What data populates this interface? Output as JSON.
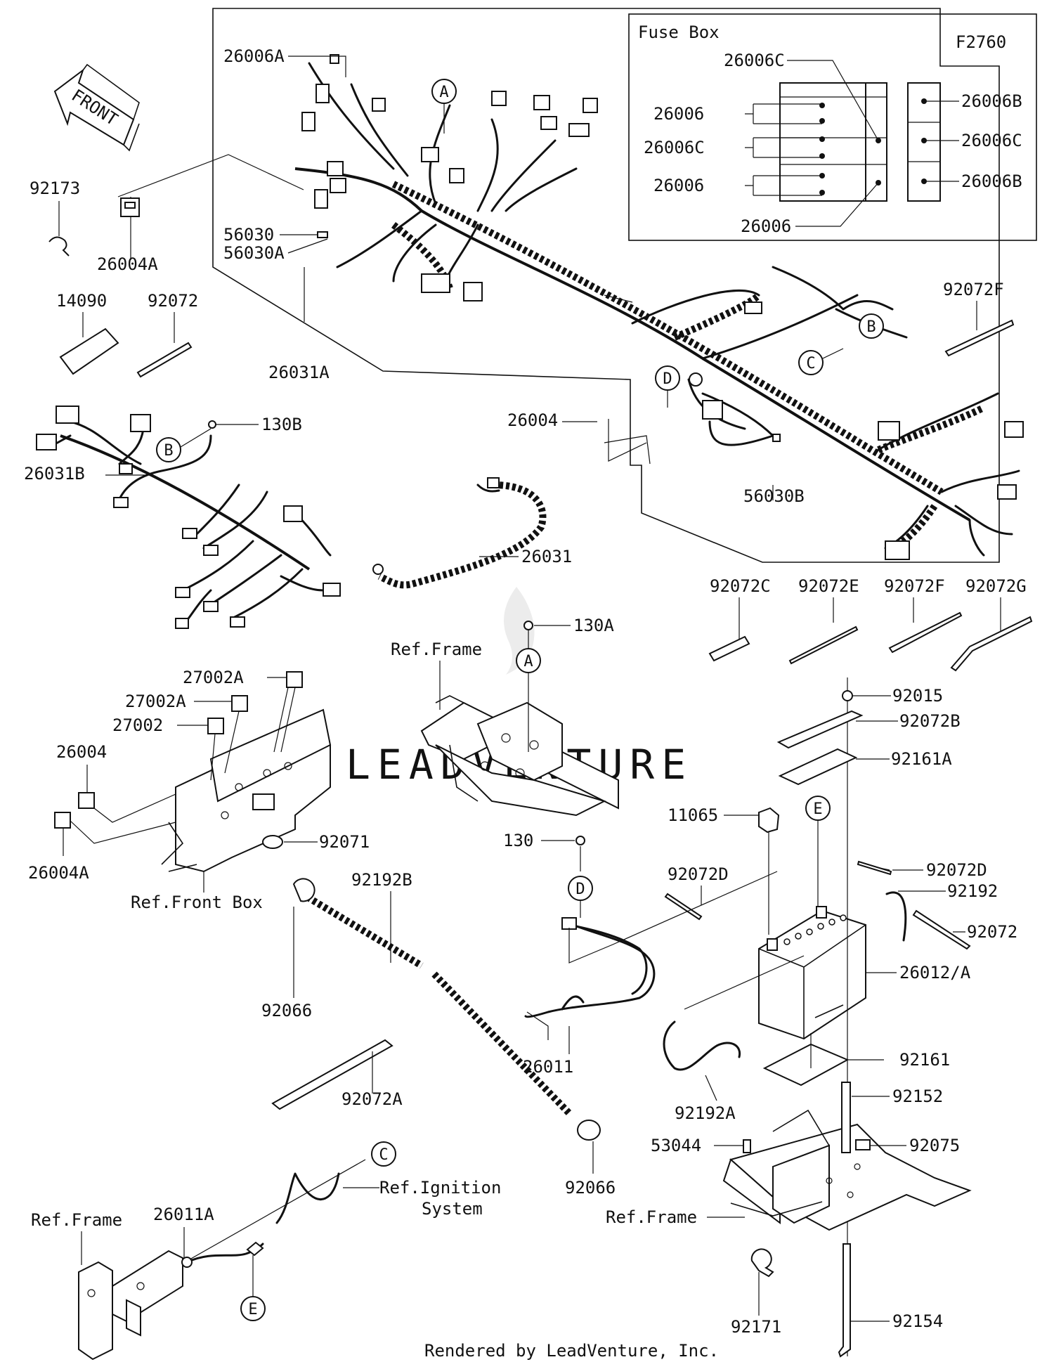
{
  "figure_code": "F2760",
  "fuse_box": {
    "title": "Fuse Box",
    "labels": [
      "26006C",
      "26006",
      "26006C",
      "26006",
      "26006",
      "26006B",
      "26006C",
      "26006B"
    ]
  },
  "front_arrow": "FRONT",
  "part_labels": {
    "p26006A": "26006A",
    "p92173": "92173",
    "p26004A_top": "26004A",
    "p56030": "56030",
    "p56030A": "56030A",
    "p14090": "14090",
    "p92072_top": "92072",
    "p26031A": "26031A",
    "p92072F_top": "92072F",
    "p130B": "130B",
    "p26031B": "26031B",
    "p26004_mid": "26004",
    "p56030B": "56030B",
    "p26031": "26031",
    "p92072C": "92072C",
    "p92072E": "92072E",
    "p92072F": "92072F",
    "p92072G": "92072G",
    "p130A": "130A",
    "p27002A_1": "27002A",
    "p27002A_2": "27002A",
    "p27002": "27002",
    "p26004_left": "26004",
    "p26004A_left": "26004A",
    "p92071": "92071",
    "p92015": "92015",
    "p92072B": "92072B",
    "p92161A": "92161A",
    "p11065": "11065",
    "p130": "130",
    "p92072D_r": "92072D",
    "p92192": "92192",
    "p92072_r": "92072",
    "p92072D": "92072D",
    "p26012A": "26012/A",
    "p92192B": "92192B",
    "p92066_top": "92066",
    "p92072A": "92072A",
    "p26011": "26011",
    "p92161": "92161",
    "p92192A": "92192A",
    "p92152": "92152",
    "p53044": "53044",
    "p92075": "92075",
    "p92066_bot": "92066",
    "p26011A": "26011A",
    "p92171": "92171",
    "p92154": "92154"
  },
  "ref_labels": {
    "frame_top": "Ref.Frame",
    "front_box": "Ref.Front Box",
    "frame_bottom_left": "Ref.Frame",
    "ignition_line1": "Ref.Ignition",
    "ignition_line2": "System",
    "frame_bottom_right": "Ref.Frame"
  },
  "callouts": [
    "A",
    "B",
    "C",
    "D",
    "A",
    "B",
    "D",
    "E",
    "C",
    "E"
  ],
  "watermark": "LEADVENTURE",
  "footer": "Rendered by LeadVenture, Inc."
}
